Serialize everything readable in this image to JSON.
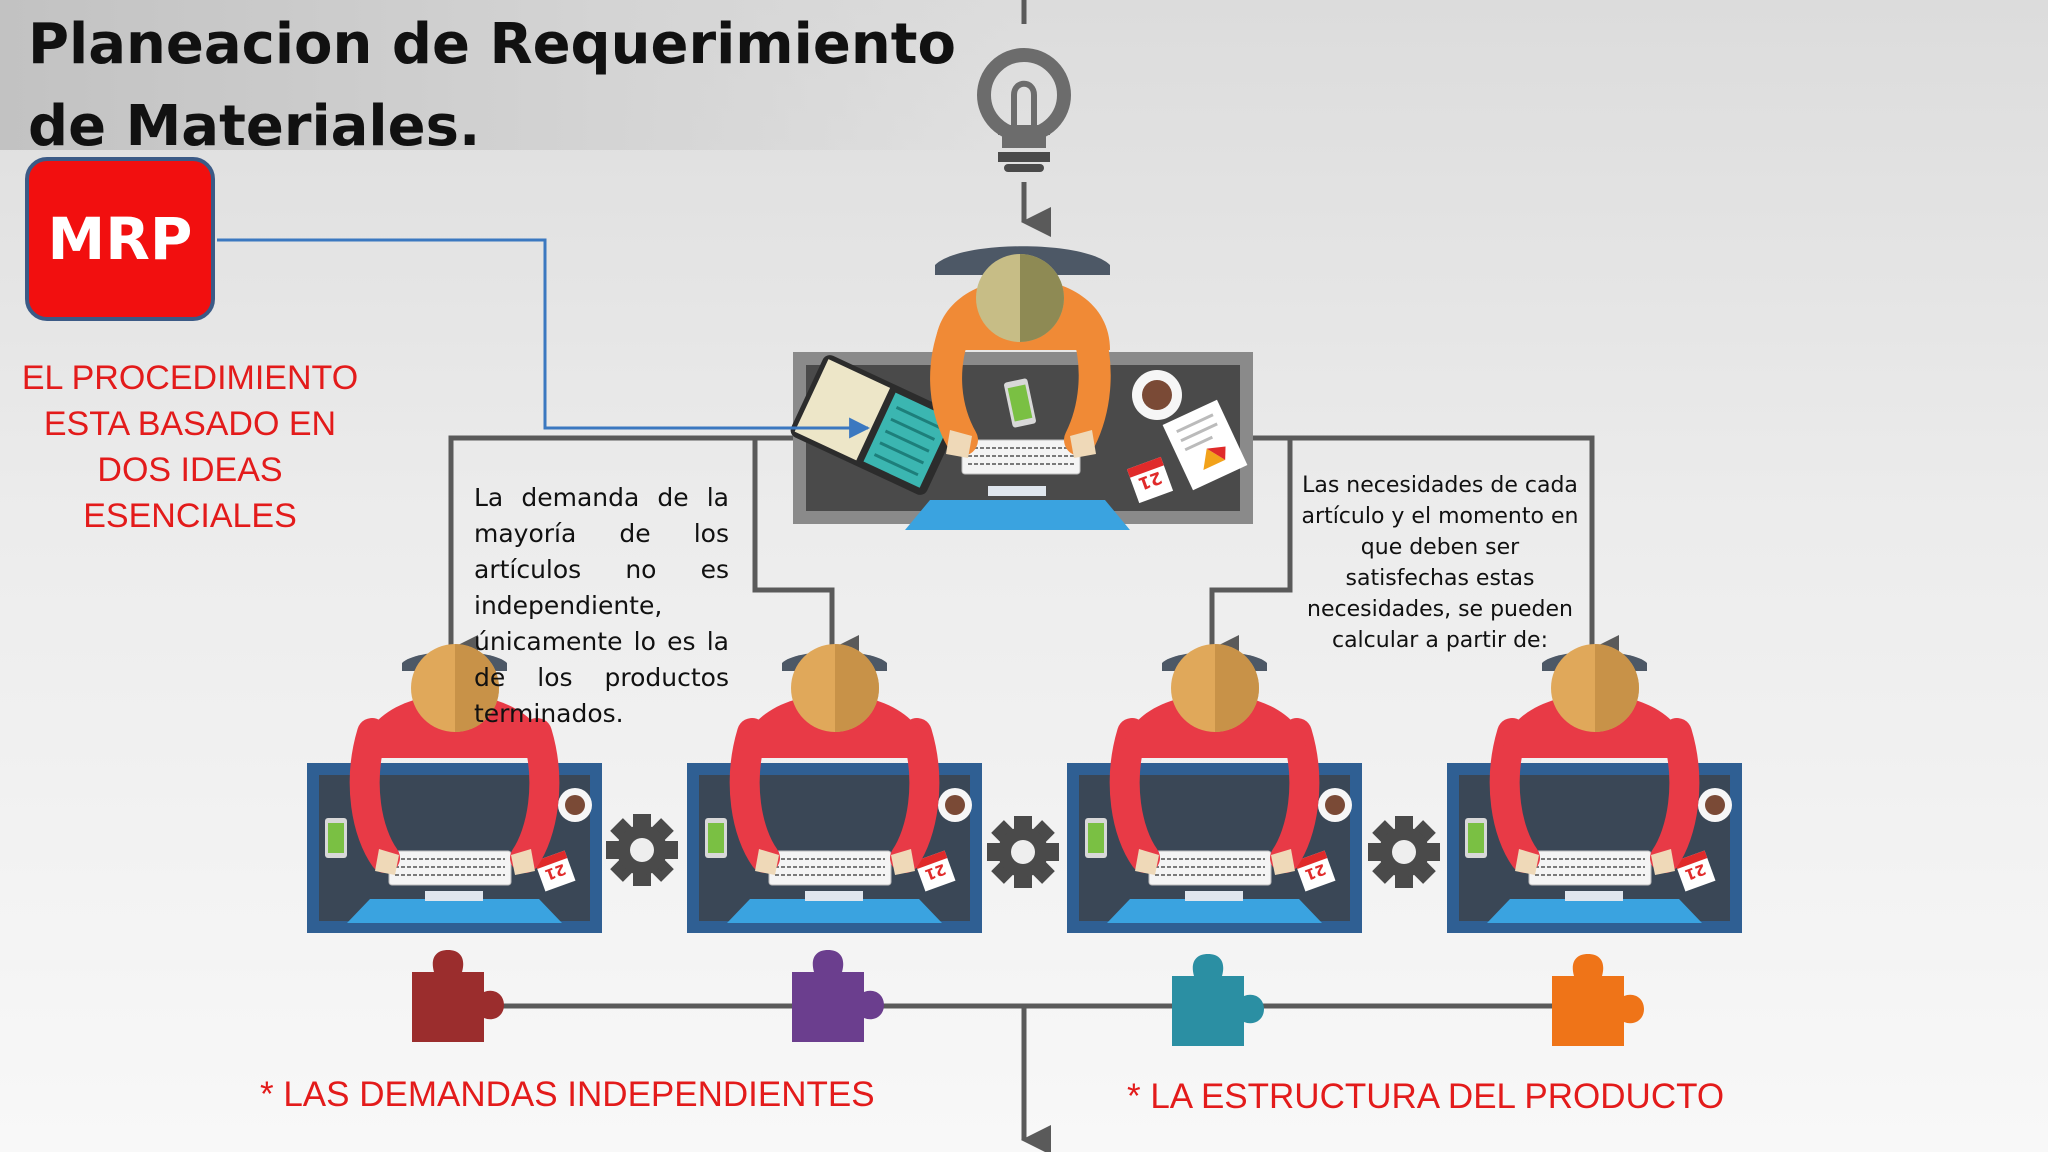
{
  "title_line1": "Planeacion de Requerimiento",
  "title_line2": "de Materiales.",
  "mrp_label": "MRP",
  "procedure_lines": [
    "EL PROCEDIMIENTO",
    "ESTA BASADO EN",
    "DOS IDEAS",
    "ESENCIALES"
  ],
  "left_paragraph": "La demanda de la mayoría de los artículos no es independiente, únicamente lo es la de los productos terminados.",
  "right_paragraph": "Las necesidades de cada artículo y el momento en que deben ser satisfechas estas necesidades, se pueden calcular a partir de:",
  "idea_left": "* LAS DEMANDAS INDEPENDIENTES",
  "idea_right": "* LA ESTRUCTURA DEL PRODUCTO",
  "calendar_number": "21",
  "colors": {
    "red_accent": "#e31b1b",
    "mrp_fill": "#f20f0f",
    "connector": "#5a5a5a",
    "blue_link": "#3b78c0",
    "puzzle_1": "#9b2d2d",
    "puzzle_2": "#6b3e8e",
    "puzzle_3": "#2b8fa3",
    "puzzle_4": "#ef7418"
  },
  "icons": [
    "lightbulb-icon",
    "gear-icon",
    "puzzle-piece-icon",
    "coffee-cup-icon",
    "phone-icon",
    "keyboard-icon",
    "calendar-icon",
    "tablet-icon",
    "chart-document-icon"
  ]
}
